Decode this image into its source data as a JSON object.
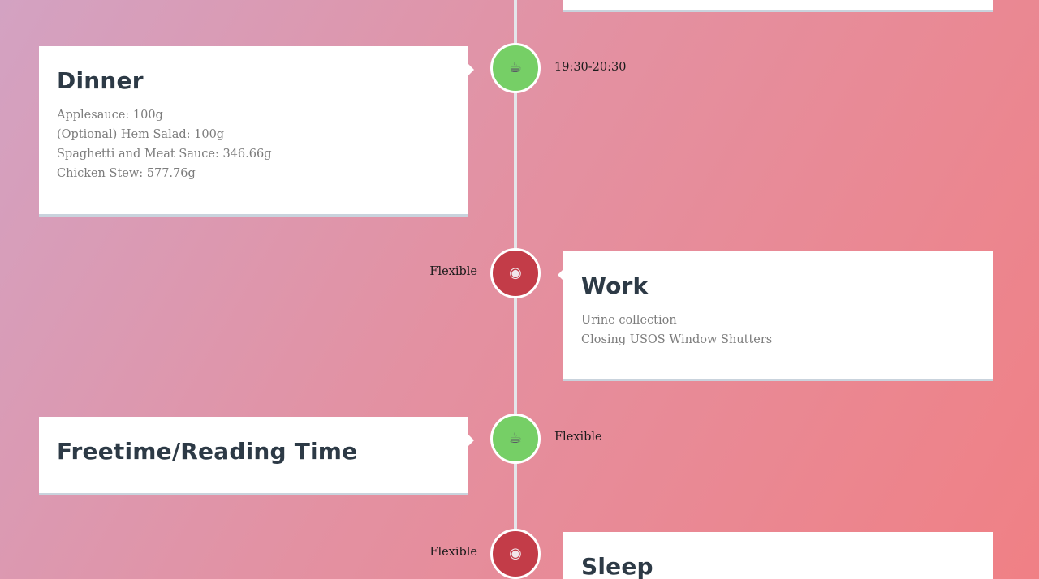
{
  "colors": {
    "background_start": "#d3a2c2",
    "background_end": "#f08085",
    "meal_node": "#76cf66",
    "activity_node": "#c33c48",
    "card_title": "#2d3a46",
    "card_text": "#7c7c7c"
  },
  "timeline": {
    "events": [
      {
        "title": "Dinner",
        "time": "19:30-20:30",
        "icon": "meal-icon",
        "items": [
          "Applesauce: 100g",
          "(Optional) Hem Salad: 100g",
          "Spaghetti and Meat Sauce: 346.66g",
          "Chicken Stew: 577.76g"
        ]
      },
      {
        "title": "Work",
        "time": "Flexible",
        "icon": "astronaut-icon",
        "items": [
          "Urine collection",
          "Closing USOS Window Shutters"
        ]
      },
      {
        "title": "Freetime/Reading Time",
        "time": "Flexible",
        "icon": "meal-icon",
        "items": []
      },
      {
        "title": "Sleep",
        "time": "Flexible",
        "icon": "astronaut-icon",
        "items": []
      }
    ]
  }
}
